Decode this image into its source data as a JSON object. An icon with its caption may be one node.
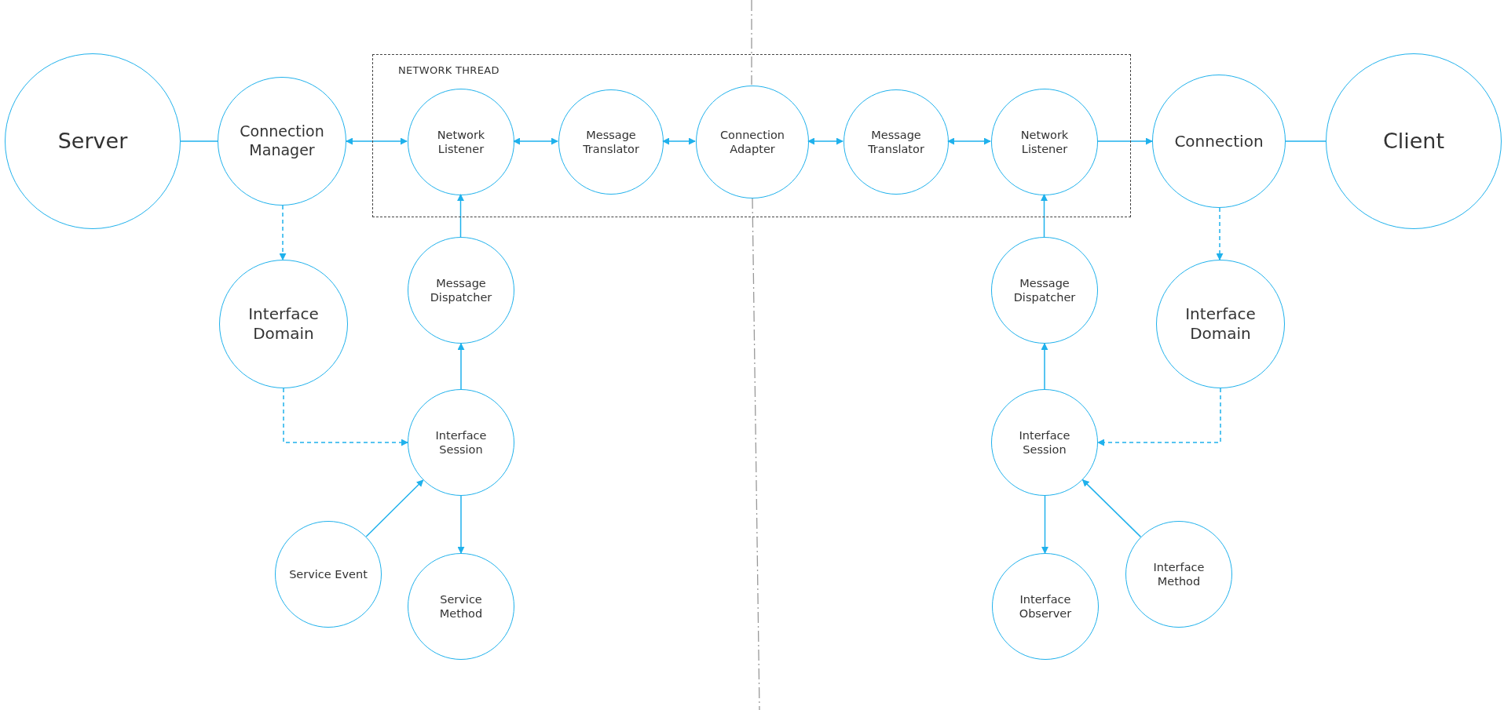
{
  "diagram": {
    "nodes": [
      {
        "text": [
          "Server"
        ]
      },
      {
        "text": [
          "Connection Manager"
        ]
      },
      {
        "text": [
          "NETWORK THREAD"
        ]
      },
      {
        "text": [
          "Network Listener"
        ],
        "in": 2
      },
      {
        "text": [
          "Message Translator"
        ],
        "in": 2
      },
      {
        "text": [
          "Connection Adapter"
        ],
        "in": 2
      },
      {
        "text": [
          "Message Translator"
        ],
        "in": 2
      },
      {
        "text": [
          "Network Listener"
        ],
        "in": 2
      },
      {
        "text": [
          "Connection"
        ]
      },
      {
        "text": [
          "Client"
        ]
      },
      {
        "text": [
          "Interface Domain"
        ]
      },
      {
        "text": [
          "Message Dispatcher"
        ]
      },
      {
        "text": [
          "Message Dispatcher"
        ]
      },
      {
        "text": [
          "Interface Domain"
        ]
      },
      {
        "text": [
          "Interface Session"
        ]
      },
      {
        "text": [
          "Interface Session"
        ]
      },
      {
        "text": [
          "Service Event"
        ]
      },
      {
        "text": [
          "Service Method"
        ]
      },
      {
        "text": [
          "Interface Observer"
        ]
      },
      {
        "text": [
          "Interface Method"
        ]
      }
    ],
    "edges": [
      {
        "from": 0,
        "to": 1,
        "arrow": "none"
      },
      {
        "from": 1,
        "to": 3,
        "arrow": "both"
      },
      {
        "from": 3,
        "to": 4,
        "arrow": "both"
      },
      {
        "from": 4,
        "to": 5,
        "arrow": "both"
      },
      {
        "from": 5,
        "to": 6,
        "arrow": "both"
      },
      {
        "from": 6,
        "to": 7,
        "arrow": "both"
      },
      {
        "from": 7,
        "to": 8,
        "arrow": "to"
      },
      {
        "from": 8,
        "to": 9,
        "arrow": "none"
      },
      {
        "from": 1,
        "to": 10,
        "arrow": "to",
        "style": "dashed"
      },
      {
        "from": 10,
        "to": 14,
        "arrow": "to",
        "style": "dashed"
      },
      {
        "from": 11,
        "to": 3,
        "arrow": "to"
      },
      {
        "from": 14,
        "to": 11,
        "arrow": "to"
      },
      {
        "from": 16,
        "to": 14,
        "arrow": "to"
      },
      {
        "from": 14,
        "to": 17,
        "arrow": "to"
      },
      {
        "from": 8,
        "to": 13,
        "arrow": "to",
        "style": "dashed"
      },
      {
        "from": 13,
        "to": 15,
        "arrow": "to",
        "style": "dashed"
      },
      {
        "from": 12,
        "to": 7,
        "arrow": "to"
      },
      {
        "from": 15,
        "to": 12,
        "arrow": "to"
      },
      {
        "from": 15,
        "to": 18,
        "arrow": "to"
      },
      {
        "from": 19,
        "to": 15,
        "arrow": "to"
      }
    ]
  }
}
